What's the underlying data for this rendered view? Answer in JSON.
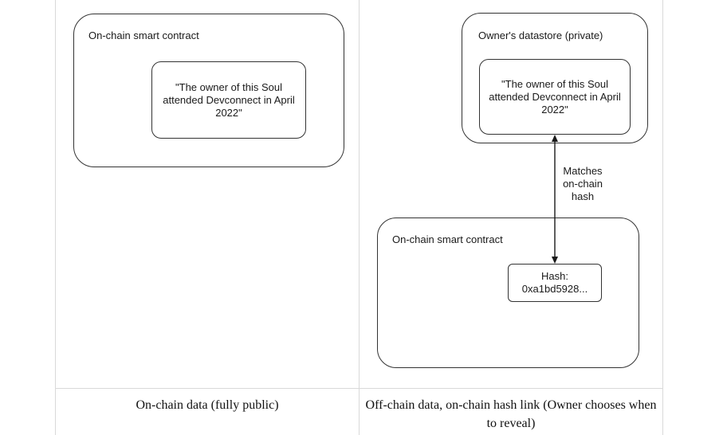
{
  "left_panel": {
    "container_label": "On-chain smart contract",
    "statement": "\"The owner of this Soul attended Devconnect in April 2022\"",
    "caption": "On-chain data (fully public)"
  },
  "right_panel": {
    "datastore_label": "Owner's datastore (private)",
    "statement": "\"The owner of this Soul attended Devconnect in April 2022\"",
    "arrow_label": "Matches on-chain hash",
    "contract_label": "On-chain smart contract",
    "hash_text": "Hash: 0xa1bd5928...",
    "caption": "Off-chain data, on-chain hash link (Owner chooses when to reveal)"
  }
}
